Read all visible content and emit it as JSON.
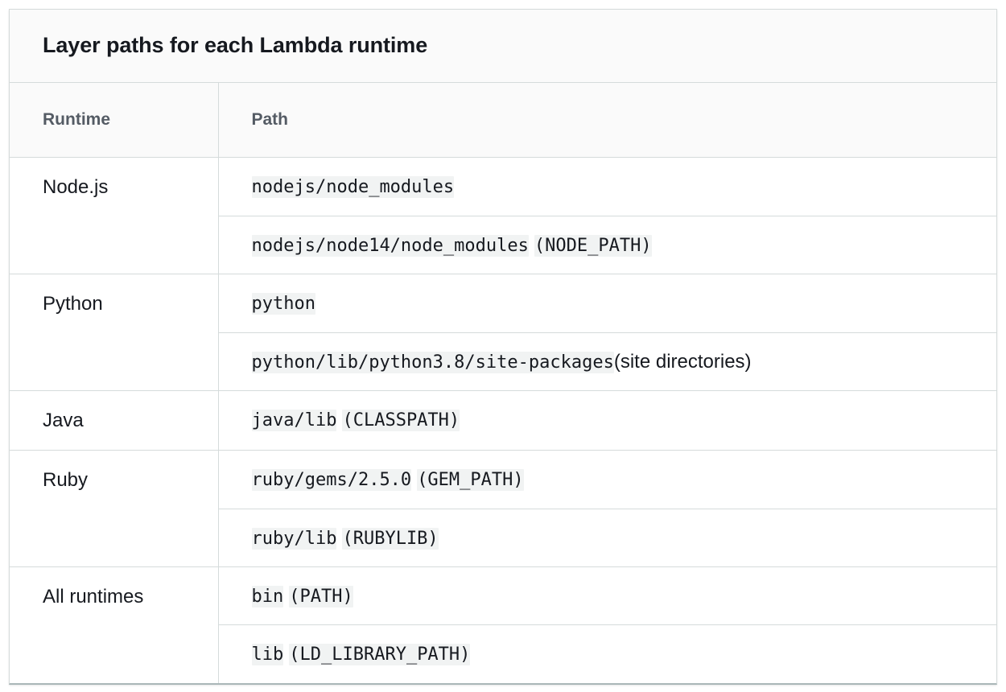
{
  "table": {
    "caption": "Layer paths for each Lambda runtime",
    "columns": [
      {
        "key": "runtime",
        "label": "Runtime"
      },
      {
        "key": "path",
        "label": "Path"
      }
    ],
    "colors": {
      "border": "#d5dbdb",
      "header_background": "#fafafa",
      "header_text": "#545b64",
      "body_text": "#16191f",
      "code_background": "#f1f3f3",
      "card_background": "#ffffff"
    },
    "rows": [
      {
        "runtime": "Node.js",
        "paths": [
          {
            "code": "nodejs/node_modules",
            "annotation": "",
            "annotation_style": "none"
          },
          {
            "code": "nodejs/node14/node_modules",
            "annotation": "(NODE_PATH)",
            "annotation_style": "code"
          }
        ]
      },
      {
        "runtime": "Python",
        "paths": [
          {
            "code": "python",
            "annotation": "",
            "annotation_style": "none"
          },
          {
            "code": "python/lib/python3.8/site-packages",
            "annotation": "(site directories)",
            "annotation_style": "plain"
          }
        ]
      },
      {
        "runtime": "Java",
        "paths": [
          {
            "code": "java/lib",
            "annotation": "(CLASSPATH)",
            "annotation_style": "code"
          }
        ]
      },
      {
        "runtime": "Ruby",
        "paths": [
          {
            "code": "ruby/gems/2.5.0",
            "annotation": "(GEM_PATH)",
            "annotation_style": "code"
          },
          {
            "code": "ruby/lib",
            "annotation": "(RUBYLIB)",
            "annotation_style": "code"
          }
        ]
      },
      {
        "runtime": "All runtimes",
        "paths": [
          {
            "code": "bin",
            "annotation": "(PATH)",
            "annotation_style": "code"
          },
          {
            "code": "lib",
            "annotation": "(LD_LIBRARY_PATH)",
            "annotation_style": "code"
          }
        ]
      }
    ]
  }
}
